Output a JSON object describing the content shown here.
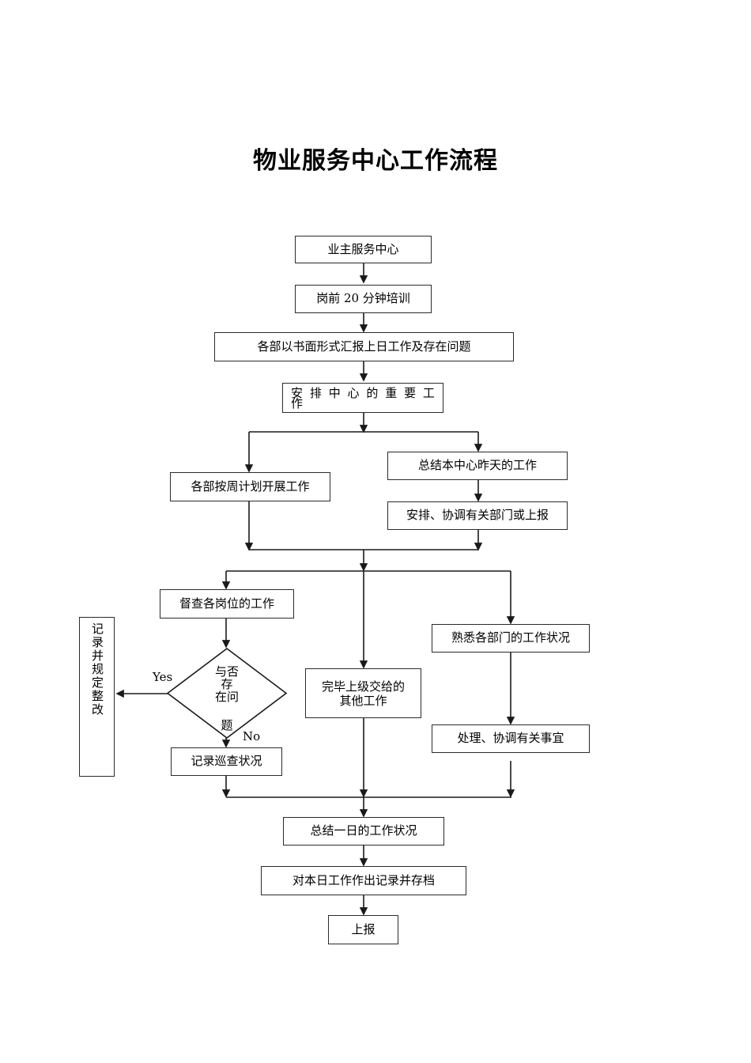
{
  "document": {
    "title": "物业服务中心工作流程"
  },
  "flowchart": {
    "type": "process-flow-diagram",
    "orientation": "top-to-bottom",
    "line_color": "#2b2b2b",
    "fill_color": "#ffffff",
    "nodes": [
      {
        "id": "n1",
        "shape": "rect",
        "label": "业主服务中心"
      },
      {
        "id": "n2",
        "shape": "rect",
        "label": "岗前 20 分钟培训"
      },
      {
        "id": "n3",
        "shape": "rect",
        "label": "各部以书面形式汇报上日工作及存在问题"
      },
      {
        "id": "n4",
        "shape": "rect",
        "label": "安 排 中 心 的 重 要 工",
        "label_overflow": "作",
        "label_full": "安排中心的重要工作"
      },
      {
        "id": "n5",
        "shape": "rect",
        "label": "各部按周计划开展工作"
      },
      {
        "id": "n6",
        "shape": "rect",
        "label": "总结本中心昨天的工作"
      },
      {
        "id": "n7",
        "shape": "rect",
        "label": "安排、协调有关部门或上报"
      },
      {
        "id": "n8",
        "shape": "rect",
        "label": "督查各岗位的工作"
      },
      {
        "id": "n9",
        "shape": "rect-vertical-text",
        "label": "记录并规定整改"
      },
      {
        "id": "n10",
        "shape": "diamond",
        "label": "与否\n存\n在问",
        "label_overflow": "题",
        "label_full": "与否存在问题"
      },
      {
        "id": "n11",
        "shape": "rect",
        "label": "完毕上级交给的\n其他工作"
      },
      {
        "id": "n12",
        "shape": "rect",
        "label": "熟悉各部门的工作状况"
      },
      {
        "id": "n13",
        "shape": "rect",
        "label": "记录巡查状况"
      },
      {
        "id": "n14",
        "shape": "rect",
        "label": "处理、协调有关事宜"
      },
      {
        "id": "n15",
        "shape": "rect",
        "label": "总结一日的工作状况"
      },
      {
        "id": "n16",
        "shape": "rect",
        "label": "对本日工作作出记录并存档"
      },
      {
        "id": "n17",
        "shape": "rect",
        "label": "上报"
      }
    ],
    "edge_labels": {
      "yes": "Yes",
      "no": "No"
    }
  }
}
